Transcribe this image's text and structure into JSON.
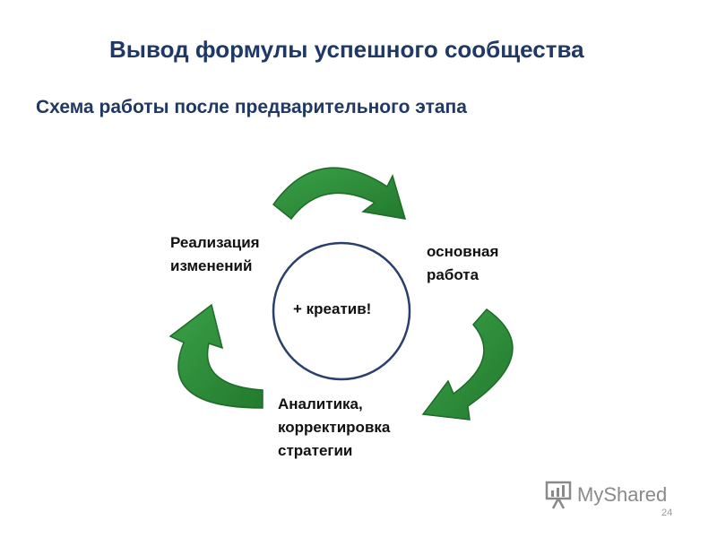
{
  "slide": {
    "title": "Вывод формулы успешного сообщества",
    "subtitle": "Схема работы после предварительного этапа",
    "page_number": "24"
  },
  "diagram": {
    "center_label": "+ креатив!",
    "nodes": [
      {
        "line1": "Реализация",
        "line2": "изменений"
      },
      {
        "line1": "основная",
        "line2": "работа"
      },
      {
        "line1": "Аналитика,",
        "line2": "корректировка",
        "line3": "стратегии"
      }
    ],
    "arrow_color": "#2e8b3a",
    "arrow_outline": "#1e6b28",
    "circle_color": "#2a3f6b"
  },
  "watermark": {
    "text": "MyShared",
    "icon": "presentation-board-icon"
  }
}
